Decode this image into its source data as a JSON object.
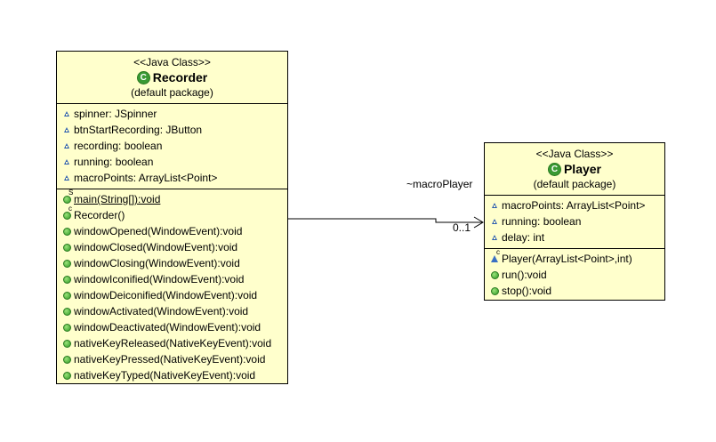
{
  "recorder": {
    "stereotype": "<<Java Class>>",
    "name": "Recorder",
    "package": "(default package)",
    "attributes": [
      "spinner: JSpinner",
      "btnStartRecording: JButton",
      "recording: boolean",
      "running: boolean",
      "macroPoints: ArrayList<Point>"
    ],
    "operations": [
      {
        "text": "main(String[]):void",
        "icon": "static-method",
        "badge": "S"
      },
      {
        "text": "Recorder()",
        "icon": "constructor",
        "badge": "c"
      },
      {
        "text": "windowOpened(WindowEvent):void",
        "icon": "public-method"
      },
      {
        "text": "windowClosed(WindowEvent):void",
        "icon": "public-method"
      },
      {
        "text": "windowClosing(WindowEvent):void",
        "icon": "public-method"
      },
      {
        "text": "windowIconified(WindowEvent):void",
        "icon": "public-method"
      },
      {
        "text": "windowDeiconified(WindowEvent):void",
        "icon": "public-method"
      },
      {
        "text": "windowActivated(WindowEvent):void",
        "icon": "public-method"
      },
      {
        "text": "windowDeactivated(WindowEvent):void",
        "icon": "public-method"
      },
      {
        "text": "nativeKeyReleased(NativeKeyEvent):void",
        "icon": "public-method"
      },
      {
        "text": "nativeKeyPressed(NativeKeyEvent):void",
        "icon": "public-method"
      },
      {
        "text": "nativeKeyTyped(NativeKeyEvent):void",
        "icon": "public-method"
      }
    ]
  },
  "player": {
    "stereotype": "<<Java Class>>",
    "name": "Player",
    "package": "(default package)",
    "attributes": [
      "macroPoints: ArrayList<Point>",
      "running: boolean",
      "delay: int"
    ],
    "operations": [
      {
        "text": "Player(ArrayList<Point>,int)",
        "icon": "package-constructor",
        "badge": "c"
      },
      {
        "text": "run():void",
        "icon": "public-method"
      },
      {
        "text": "stop():void",
        "icon": "public-method"
      }
    ]
  },
  "association": {
    "role": "~macroPlayer",
    "multiplicity": "0..1"
  },
  "colors": {
    "class_fill": "#ffffcc",
    "border": "#000000",
    "public_method": "#2f9a24",
    "package_attr": "#2f5fb0"
  }
}
